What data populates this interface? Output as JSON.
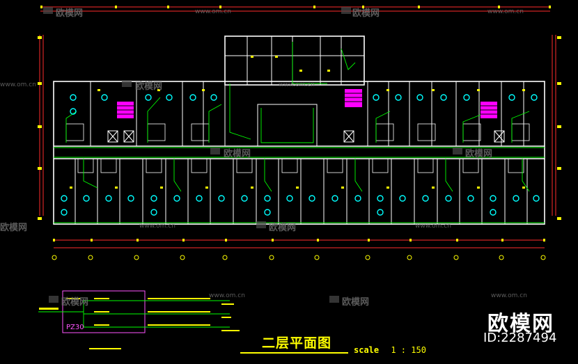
{
  "drawing": {
    "title": "二层平面图",
    "scale_label": "scale",
    "scale_value": "1 : 150",
    "panel_id": "PZ30"
  },
  "watermark": {
    "brand": "欧模网",
    "id_text": "ID:2287494",
    "url": "www.om.cn"
  },
  "colors": {
    "background": "#000000",
    "walls": "#ffffff",
    "dimensions": "#ff2d2d",
    "wiring": "#00ff00",
    "fixtures": "#00ffff",
    "stairs": "#ff00ff",
    "labels": "#ffff00"
  }
}
